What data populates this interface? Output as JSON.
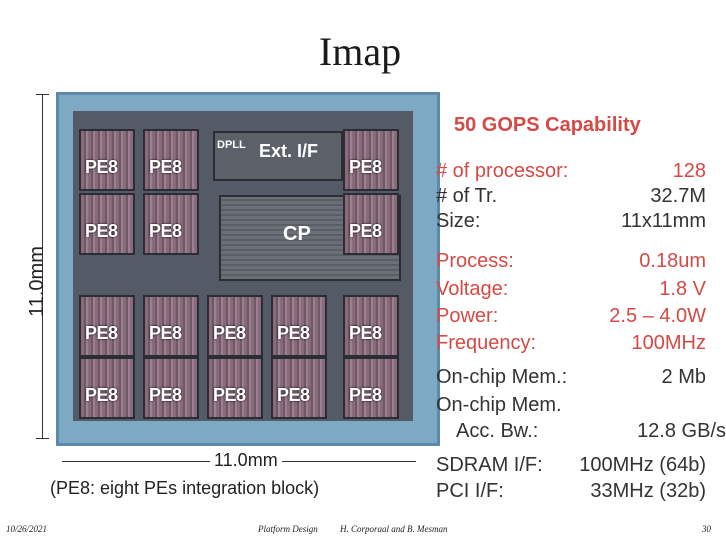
{
  "title": "Imap",
  "footer": {
    "date": "10/26/2021",
    "course": "Platform Design",
    "authors": "H. Corporaal and B. Mesman",
    "page": "30"
  },
  "figure": {
    "vertical_dim": "11.0mm",
    "horizontal_dim": "11.0mm",
    "caption": "(PE8: eight PEs integration block)",
    "dpll": "DPLL",
    "ext_if": "Ext. I/F",
    "cp": "CP",
    "pe_label": "PE8"
  },
  "specs": {
    "headline": "50 GOPS Capability",
    "headline_color": "#d44a45",
    "rows": [
      {
        "label": "# of processor:",
        "value": "128",
        "color": "#d44a45"
      },
      {
        "label": "# of Tr.",
        "value": "32.7M",
        "color": "#333333"
      },
      {
        "label": "Size:",
        "value": "11x11mm",
        "color": "#333333"
      },
      {
        "label": "Process:",
        "value": "0.18um",
        "color": "#d44a45"
      },
      {
        "label": "Voltage:",
        "value": "1.8 V",
        "color": "#d44a45"
      },
      {
        "label": "Power:",
        "value": "2.5 – 4.0W",
        "color": "#d44a45"
      },
      {
        "label": "Frequency:",
        "value": "100MHz",
        "color": "#d44a45"
      },
      {
        "label": "On-chip Mem.:",
        "value": "2 Mb",
        "color": "#333333"
      },
      {
        "label": "On-chip Mem.",
        "value": "",
        "color": "#333333"
      },
      {
        "label": "Acc. Bw.:",
        "value": "12.8 GB/s",
        "color": "#333333"
      },
      {
        "label": "SDRAM I/F:",
        "value": "100MHz (64b)",
        "color": "#333333"
      },
      {
        "label": "PCI I/F:",
        "value": "33MHz (32b)",
        "color": "#333333"
      }
    ]
  }
}
